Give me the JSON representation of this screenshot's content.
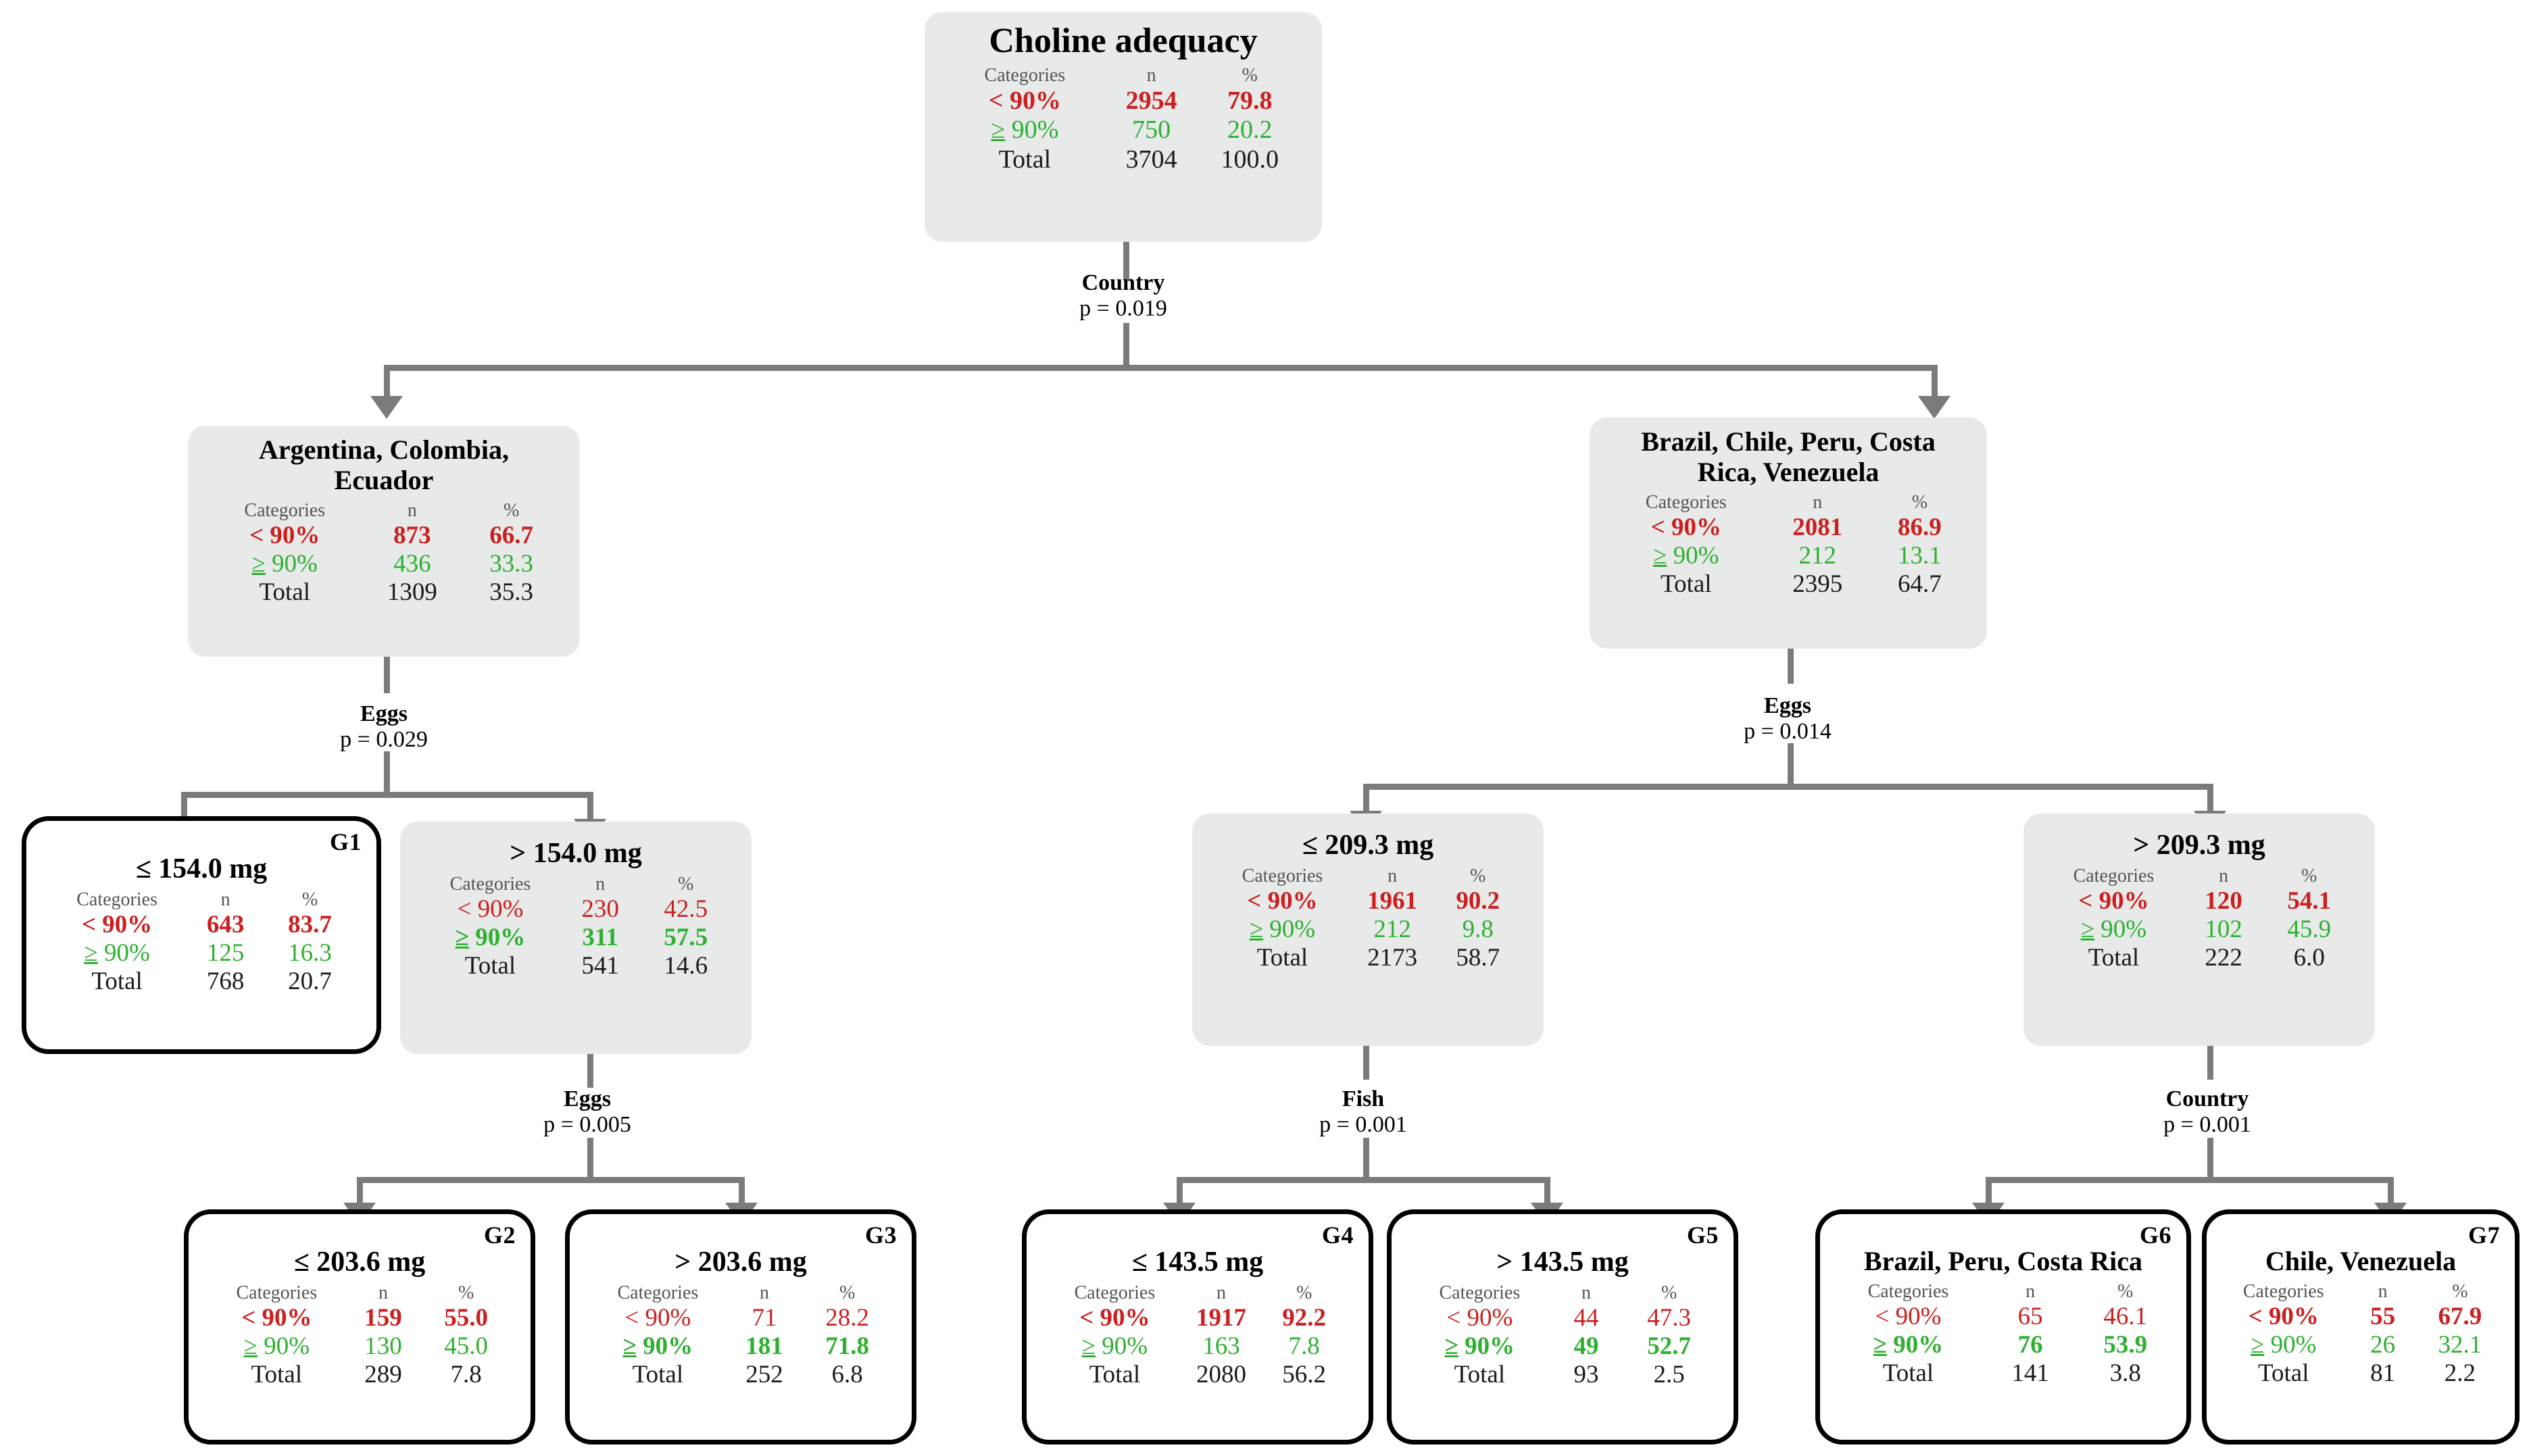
{
  "figure": {
    "type": "decision-tree",
    "title": "Choline adequacy",
    "columns": {
      "categories": "Categories",
      "n": "n",
      "percent": "%"
    },
    "category_labels": {
      "low": "< 90%",
      "high": "≥ 90%",
      "total": "Total"
    },
    "colors": {
      "low": "#cc1f1f",
      "high": "#2eb031",
      "total": "#1a1a1a",
      "node_fill": "#e8eaea",
      "connector": "#7b7b7b",
      "leaf_border": "#000000"
    }
  },
  "nodes": {
    "root": {
      "title": "Choline adequacy",
      "rows": [
        {
          "label": "< 90%",
          "n": "2954",
          "pct": "79.8",
          "bold": true
        },
        {
          "label": "≥ 90%",
          "n": "750",
          "pct": "20.2",
          "bold": false
        },
        {
          "label": "Total",
          "n": "3704",
          "pct": "100.0",
          "bold": false
        }
      ]
    },
    "n_left": {
      "title": "Argentina, Colombia,\nEcuador",
      "rows": [
        {
          "label": "< 90%",
          "n": "873",
          "pct": "66.7",
          "bold": true
        },
        {
          "label": "≥ 90%",
          "n": "436",
          "pct": "33.3",
          "bold": false
        },
        {
          "label": "Total",
          "n": "1309",
          "pct": "35.3",
          "bold": false
        }
      ]
    },
    "n_right": {
      "title": "Brazil, Chile, Peru, Costa\nRica, Venezuela",
      "rows": [
        {
          "label": "< 90%",
          "n": "2081",
          "pct": "86.9",
          "bold": true
        },
        {
          "label": "≥ 90%",
          "n": "212",
          "pct": "13.1",
          "bold": false
        },
        {
          "label": "Total",
          "n": "2395",
          "pct": "64.7",
          "bold": false
        }
      ]
    },
    "g1": {
      "title": "≤ 154.0 mg",
      "group": "G1",
      "rows": [
        {
          "label": "< 90%",
          "n": "643",
          "pct": "83.7",
          "bold": true
        },
        {
          "label": "≥ 90%",
          "n": "125",
          "pct": "16.3",
          "bold": false
        },
        {
          "label": "Total",
          "n": "768",
          "pct": "20.7",
          "bold": false
        }
      ]
    },
    "n_eggs_hi": {
      "title": "> 154.0 mg",
      "rows": [
        {
          "label": "< 90%",
          "n": "230",
          "pct": "42.5",
          "bold": false
        },
        {
          "label": "≥ 90%",
          "n": "311",
          "pct": "57.5",
          "bold": true
        },
        {
          "label": "Total",
          "n": "541",
          "pct": "14.6",
          "bold": false
        }
      ]
    },
    "n_eggs2_lo": {
      "title": "≤ 209.3 mg",
      "rows": [
        {
          "label": "< 90%",
          "n": "1961",
          "pct": "90.2",
          "bold": true
        },
        {
          "label": "≥ 90%",
          "n": "212",
          "pct": "9.8",
          "bold": false
        },
        {
          "label": "Total",
          "n": "2173",
          "pct": "58.7",
          "bold": false
        }
      ]
    },
    "n_eggs2_hi": {
      "title": "> 209.3 mg",
      "rows": [
        {
          "label": "< 90%",
          "n": "120",
          "pct": "54.1",
          "bold": true
        },
        {
          "label": "≥ 90%",
          "n": "102",
          "pct": "45.9",
          "bold": false
        },
        {
          "label": "Total",
          "n": "222",
          "pct": "6.0",
          "bold": false
        }
      ]
    },
    "g2": {
      "title": "≤ 203.6 mg",
      "group": "G2",
      "rows": [
        {
          "label": "< 90%",
          "n": "159",
          "pct": "55.0",
          "bold": true
        },
        {
          "label": "≥ 90%",
          "n": "130",
          "pct": "45.0",
          "bold": false
        },
        {
          "label": "Total",
          "n": "289",
          "pct": "7.8",
          "bold": false
        }
      ]
    },
    "g3": {
      "title": "> 203.6 mg",
      "group": "G3",
      "rows": [
        {
          "label": "< 90%",
          "n": "71",
          "pct": "28.2",
          "bold": false
        },
        {
          "label": "≥ 90%",
          "n": "181",
          "pct": "71.8",
          "bold": true
        },
        {
          "label": "Total",
          "n": "252",
          "pct": "6.8",
          "bold": false
        }
      ]
    },
    "g4": {
      "title": "≤ 143.5 mg",
      "group": "G4",
      "rows": [
        {
          "label": "< 90%",
          "n": "1917",
          "pct": "92.2",
          "bold": true
        },
        {
          "label": "≥ 90%",
          "n": "163",
          "pct": "7.8",
          "bold": false
        },
        {
          "label": "Total",
          "n": "2080",
          "pct": "56.2",
          "bold": false
        }
      ]
    },
    "g5": {
      "title": "> 143.5 mg",
      "group": "G5",
      "rows": [
        {
          "label": "< 90%",
          "n": "44",
          "pct": "47.3",
          "bold": false
        },
        {
          "label": "≥ 90%",
          "n": "49",
          "pct": "52.7",
          "bold": true
        },
        {
          "label": "Total",
          "n": "93",
          "pct": "2.5",
          "bold": false
        }
      ]
    },
    "g6": {
      "title": "Brazil, Peru, Costa Rica",
      "group": "G6",
      "rows": [
        {
          "label": "< 90%",
          "n": "65",
          "pct": "46.1",
          "bold": false
        },
        {
          "label": "≥ 90%",
          "n": "76",
          "pct": "53.9",
          "bold": true
        },
        {
          "label": "Total",
          "n": "141",
          "pct": "3.8",
          "bold": false
        }
      ]
    },
    "g7": {
      "title": "Chile, Venezuela",
      "group": "G7",
      "rows": [
        {
          "label": "< 90%",
          "n": "55",
          "pct": "67.9",
          "bold": true
        },
        {
          "label": "≥ 90%",
          "n": "26",
          "pct": "32.1",
          "bold": false
        },
        {
          "label": "Total",
          "n": "81",
          "pct": "2.2",
          "bold": false
        }
      ]
    }
  },
  "splits": {
    "root": {
      "variable": "Country",
      "p": "p = 0.019"
    },
    "left": {
      "variable": "Eggs",
      "p": "p = 0.029"
    },
    "right": {
      "variable": "Eggs",
      "p": "p = 0.014"
    },
    "eggs_deep": {
      "variable": "Eggs",
      "p": "p = 0.005"
    },
    "fish": {
      "variable": "Fish",
      "p": "p = 0.001"
    },
    "country2": {
      "variable": "Country",
      "p": "p = 0.001"
    }
  }
}
